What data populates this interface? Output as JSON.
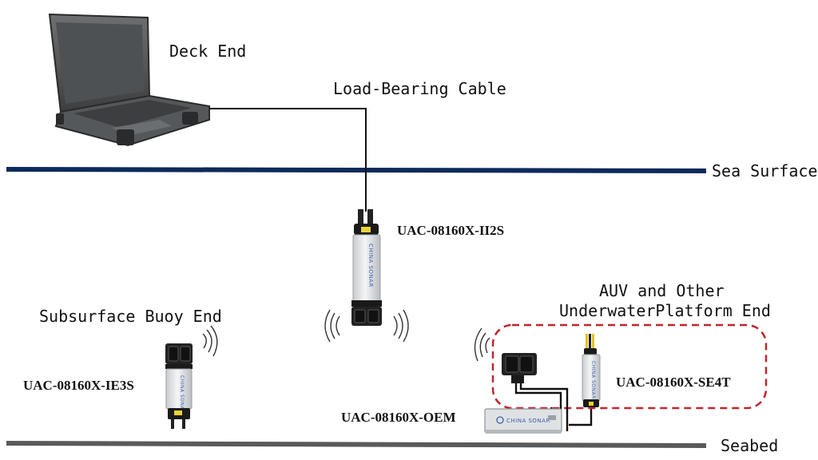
{
  "labels": {
    "deck_end": "Deck End",
    "cable": "Load-Bearing Cable",
    "sea_surface": "Sea Surface",
    "seabed": "Seabed",
    "buoy_end": "Subsurface Buoy End",
    "auv_line1": "AUV and Other",
    "auv_line2": "UnderwaterPlatform End"
  },
  "devices": {
    "ii2s": "UAC-08160X-II2S",
    "ie3s": "UAC-08160X-IE3S",
    "se4t": "UAC-08160X-SE4T",
    "oem": "UAC-08160X-OEM"
  },
  "brand": "CHINA SONAR",
  "colors": {
    "sea_surface_line": "#0c2a5c",
    "seabed_line": "#5a5a5a",
    "auv_frame": "#c0262c",
    "housing": "#e6e8ea",
    "cap": "#1a1a1a",
    "brand_blue": "#3b5fa8"
  },
  "icons": [
    "laptop-icon",
    "transducer-icon",
    "signal-wave-icon",
    "oem-board-icon"
  ]
}
